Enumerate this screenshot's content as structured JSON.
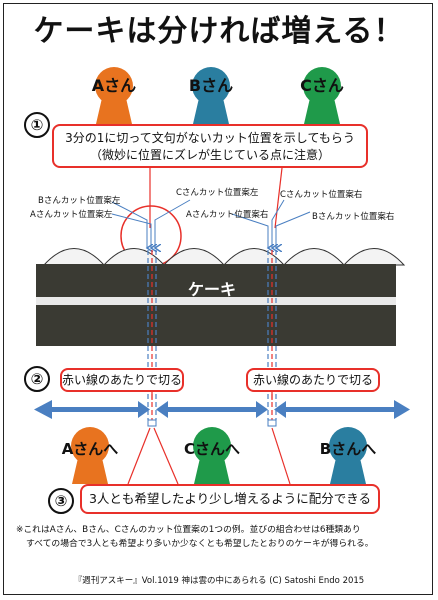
{
  "title": "ケーキは分ければ増える！",
  "persons_top": [
    {
      "label": "Aさん",
      "color": "#e8731f"
    },
    {
      "label": "Bさん",
      "color": "#2a7ea0"
    },
    {
      "label": "Cさん",
      "color": "#1f9a4a"
    }
  ],
  "step1": {
    "number": "①",
    "line1": "3分の1に切って文句がないカット位置を示してもらう",
    "line2": "（微妙に位置にズレが生じている点に注意）"
  },
  "cut_labels": {
    "b_left": "Bさんカット位置案左",
    "a_left": "Aさんカット位置案左",
    "c_left": "Cさんカット位置案左",
    "a_right": "Aさんカット位置案右",
    "c_right": "Cさんカット位置案右",
    "b_right": "Bさんカット位置案右"
  },
  "cake_label": "ケーキ",
  "step2": {
    "number": "②",
    "left": "赤い線のあたりで切る",
    "right": "赤い線のあたりで切る"
  },
  "persons_bottom": [
    {
      "label": "Aさんへ",
      "color": "#e8731f"
    },
    {
      "label": "Cさんへ",
      "color": "#1f9a4a"
    },
    {
      "label": "Bさんへ",
      "color": "#2a7ea0"
    }
  ],
  "step3": {
    "number": "③",
    "text": "3人とも希望したより少し増えるように配分できる"
  },
  "note_line1": "※これはAさん、Bさん、Cさんのカット位置案の1つの例。並びの組合わせは6種類あり",
  "note_line2": "すべての場合で3人とも希望より多いか少なくとも希望したとおりのケーキが得られる。",
  "credit": "『週刊アスキー』Vol.1019 神は雲の中にあられる (C) Satoshi Endo 2015",
  "colors": {
    "red": "#e8302a",
    "blue": "#4a7fc1",
    "cake": "#3a3a33"
  }
}
